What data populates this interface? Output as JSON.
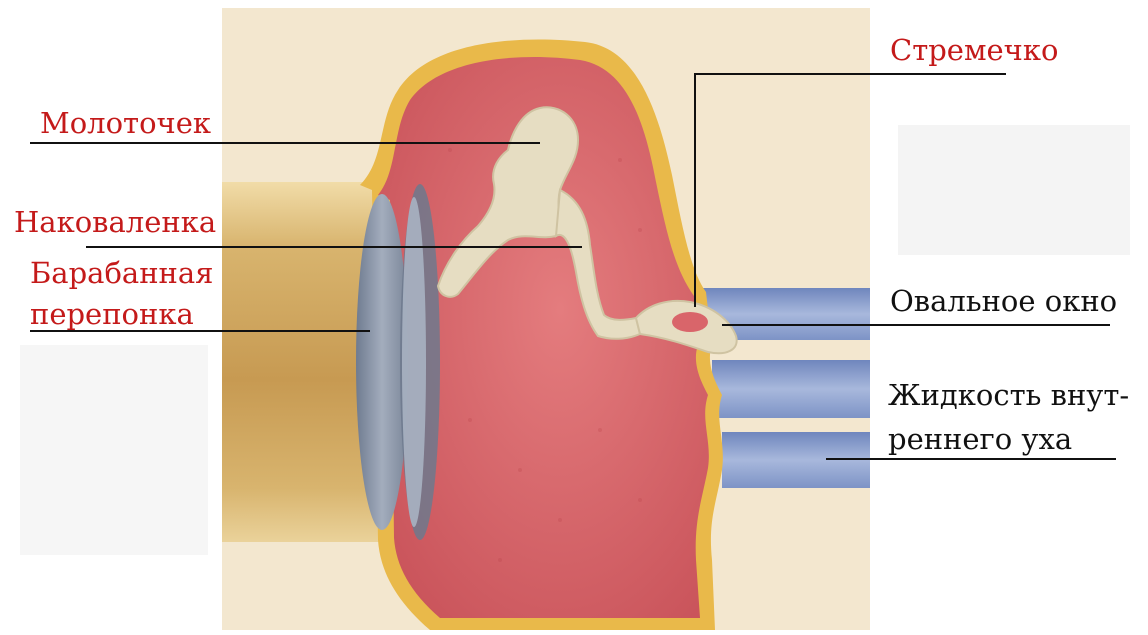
{
  "labels": {
    "malleus": "Молоточек",
    "incus": "Наковаленка",
    "eardrum_line1": "Барабанная",
    "eardrum_line2": "перепонка",
    "stapes": "Стремечко",
    "oval_window": "Овальное окно",
    "fluid_line1": "Жидкость внут-",
    "fluid_line2": "реннего уха"
  },
  "colors": {
    "label_red": "#c41a1a",
    "label_black": "#111111",
    "background_panel": "#f3e7cf",
    "middle_ear_cavity": "#d9656a",
    "tissue_outline": "#e9b94a",
    "ear_canal": "#d2b06a",
    "eardrum": "#8e9bb0",
    "ossicle_bone": "#e6ddc2",
    "inner_ear_fluid": "#8ea3cf"
  }
}
